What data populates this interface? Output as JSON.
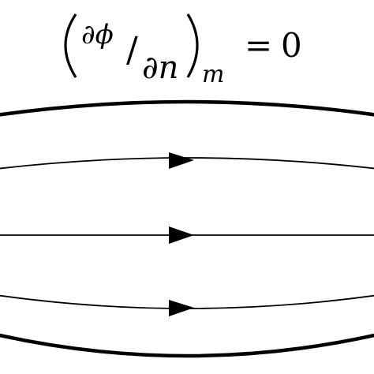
{
  "equation": {
    "numerator": "∂ϕ",
    "slash": "/",
    "denominator": "∂n",
    "subscript": "m",
    "relation": "=",
    "value": "0"
  },
  "colors": {
    "stroke": "#000000",
    "background": "#ffffff"
  },
  "icons": {
    "flow_arrow": "arrowhead-icon"
  }
}
